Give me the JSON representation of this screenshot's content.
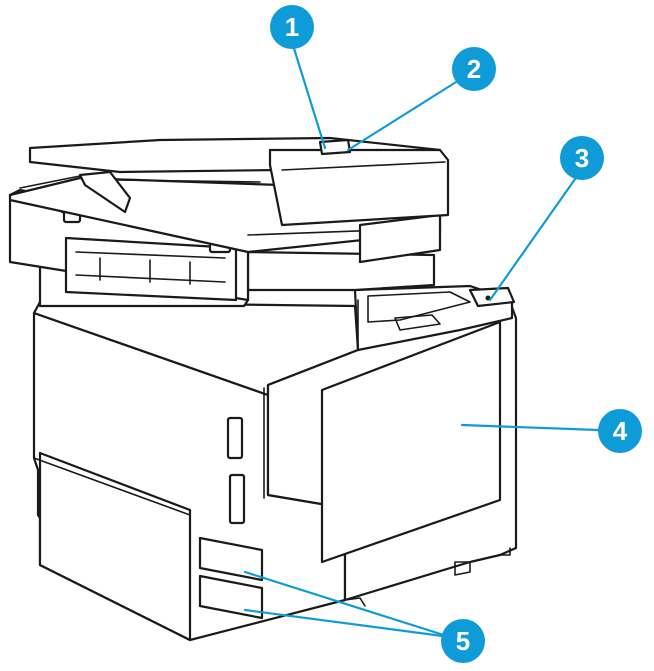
{
  "colors": {
    "callout": "#0f9bd7",
    "callout_text": "#ffffff",
    "outline": "#1a1a1a"
  },
  "callouts": [
    {
      "number": "1"
    },
    {
      "number": "2"
    },
    {
      "number": "3"
    },
    {
      "number": "4"
    },
    {
      "number": "5"
    }
  ]
}
